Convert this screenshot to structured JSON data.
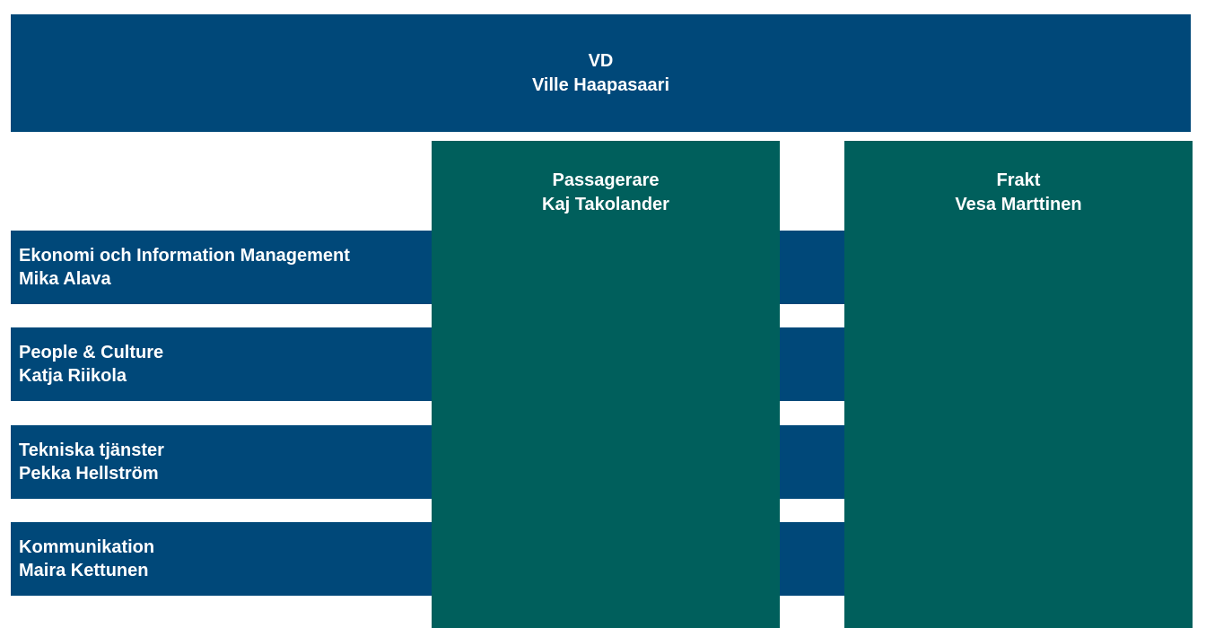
{
  "ceo": {
    "title": "VD",
    "name": "Ville Haapasaari"
  },
  "departments": [
    {
      "title": "Ekonomi och Information Management",
      "name": "Mika Alava"
    },
    {
      "title": "People & Culture",
      "name": "Katja Riikola"
    },
    {
      "title": "Tekniska tjänster",
      "name": "Pekka Hellström"
    },
    {
      "title": "Kommunikation",
      "name": "Maira Kettunen"
    }
  ],
  "divisions": [
    {
      "title": "Passagerare",
      "name": "Kaj Takolander"
    },
    {
      "title": "Frakt",
      "name": "Vesa Marttinen"
    }
  ],
  "colors": {
    "navy": "#004879",
    "teal": "#005f5c",
    "text": "#ffffff"
  }
}
